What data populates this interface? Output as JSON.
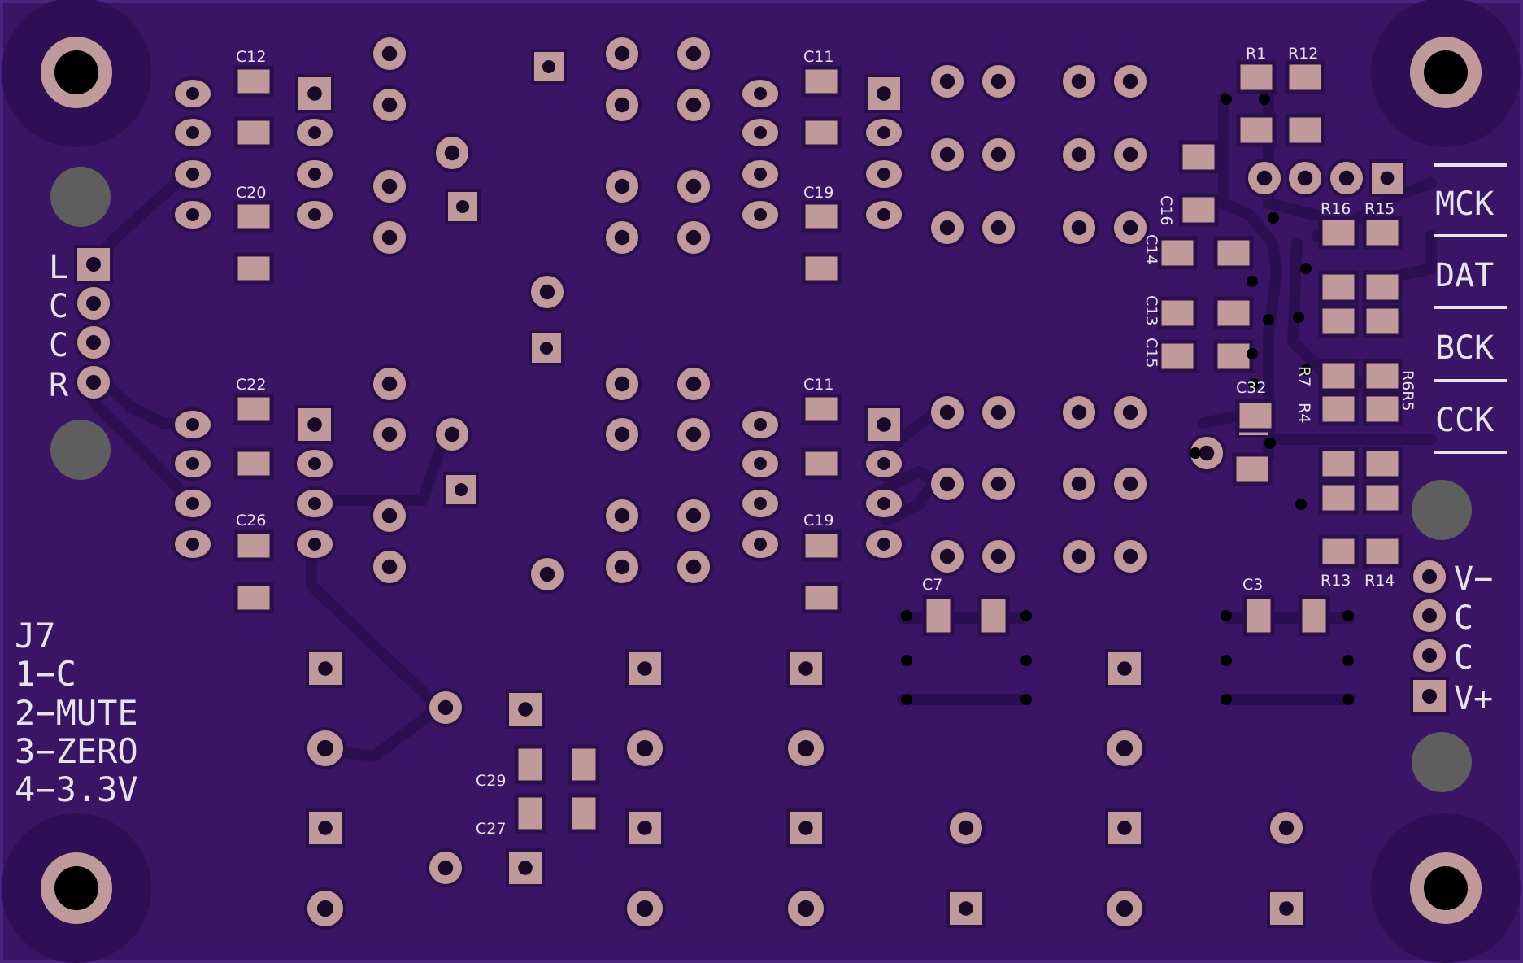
{
  "board": {
    "colors": {
      "substrate": "#3a1565",
      "board_edge": "#4a2580",
      "copper_pad": "#c09a9a",
      "pad_rim": "#2a0f4a",
      "drill": "#1a0a2a",
      "silkscreen": "#e8e2ee",
      "trace": "#2c0e52",
      "mount_hole": "#000000",
      "fiducial": "#5e5e5e"
    },
    "capacitor_labels": {
      "c12": "C12",
      "c20": "C20",
      "c22": "C22",
      "c26": "C26",
      "c11_top": "C11",
      "c19_top": "C19",
      "c11_bottom": "C11",
      "c19_bottom": "C19",
      "c7": "C7",
      "c3": "C3",
      "c29": "C29",
      "c27": "C27",
      "c16": "C16",
      "c14": "C14",
      "c13": "C13",
      "c15": "C15",
      "c32": "C32"
    },
    "resistor_labels": {
      "r1": "R1",
      "r12": "R12",
      "r16": "R16",
      "r15": "R15",
      "r7": "R7",
      "r6r5": "R6R5",
      "r4": "R4",
      "r13": "R13",
      "r14": "R14"
    },
    "left_connector": {
      "labels": [
        "L",
        "C",
        "C",
        "R"
      ]
    },
    "right_signal_labels": [
      "MCK",
      "DAT",
      "BCK",
      "CCK"
    ],
    "power_connector": {
      "labels": [
        "V−",
        "C",
        "C",
        "V+"
      ]
    },
    "j7_note": {
      "lines": [
        "J7",
        "1−C",
        "2−MUTE",
        "3−ZERO",
        "4−3.3V"
      ]
    }
  }
}
